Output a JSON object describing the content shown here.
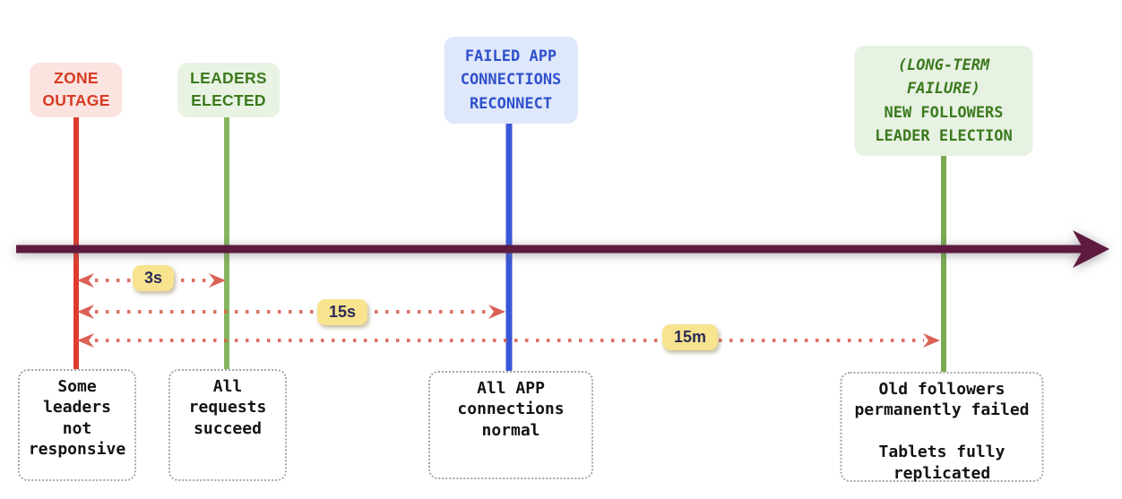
{
  "diagram": {
    "type": "timeline",
    "axis_direction": "left-to-right"
  },
  "events": [
    {
      "id": "zone-outage",
      "title": "ZONE\nOUTAGE",
      "note": "Some\nleaders\nnot\nresponsive",
      "text_color": "#d63a22",
      "bg_color": "#fbe3e0",
      "line_color": "#e03c2d"
    },
    {
      "id": "leaders-elected",
      "title": "LEADERS\nELECTED",
      "note": "All\nrequests\nsucceed",
      "text_color": "#3c7a1e",
      "bg_color": "#e9f3e4",
      "line_color": "#86b65f"
    },
    {
      "id": "failed-app-connections-reconnect",
      "title": "FAILED APP\nCONNECTIONS\nRECONNECT",
      "note": "All APP\nconnections\nnormal",
      "text_color": "#2f51cc",
      "bg_color": "#dfe7fb",
      "line_color": "#3a57d8"
    },
    {
      "id": "long-term-failure-new-followers-leader-election",
      "title_italic": "(LONG-TERM FAILURE)",
      "title": "NEW FOLLOWERS\nLEADER ELECTION",
      "note": "Old followers\npermanently failed\n\nTablets fully\nreplicated",
      "text_color": "#3c7a1e",
      "bg_color": "#e7f2e3",
      "line_color": "#7bab51"
    }
  ],
  "durations": [
    {
      "label": "3s",
      "from": "zone-outage",
      "to": "leaders-elected"
    },
    {
      "label": "15s",
      "from": "zone-outage",
      "to": "failed-app-connections-reconnect"
    },
    {
      "label": "15m",
      "from": "zone-outage",
      "to": "long-term-failure-new-followers-leader-election"
    }
  ],
  "colors": {
    "axis": "#5e1b3f",
    "duration_dots": "#db6156",
    "badge_bg": "#f8e38f",
    "badge_text": "#2b2b55",
    "note_border": "#a6a6a6",
    "note_text": "#141414"
  }
}
